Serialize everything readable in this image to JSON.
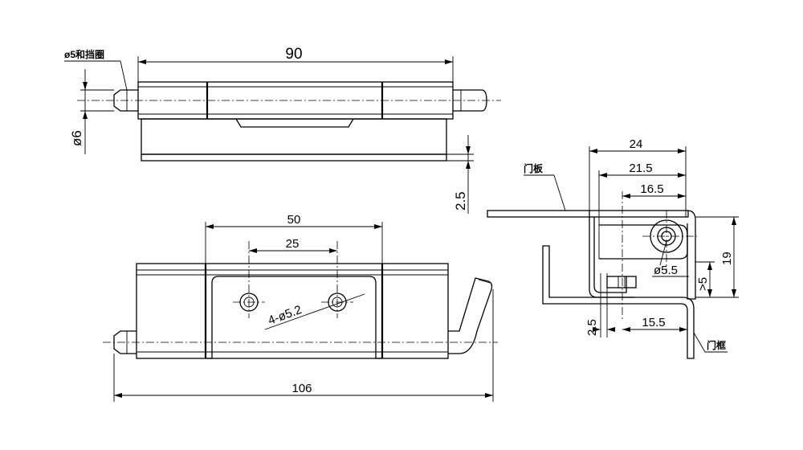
{
  "top_view": {
    "length_label": "90",
    "pin_note": "ø5和挡圈",
    "diameter_label": "ø6",
    "thickness_label": "2.5"
  },
  "front_view": {
    "hole_spacing_outer": "50",
    "hole_spacing_inner": "25",
    "hole_callout": "4-ø5.2",
    "overall_length": "106"
  },
  "side_view": {
    "dim_24": "24",
    "dim_21_5": "21.5",
    "dim_16_5": "16.5",
    "dim_19": "19",
    "pin_diameter": "ø5.5",
    "dim_gt5": ">5",
    "dim_2_5": "2.5",
    "dim_15_5": "15.5",
    "door_panel_label": "门板",
    "door_frame_label": "门框"
  }
}
